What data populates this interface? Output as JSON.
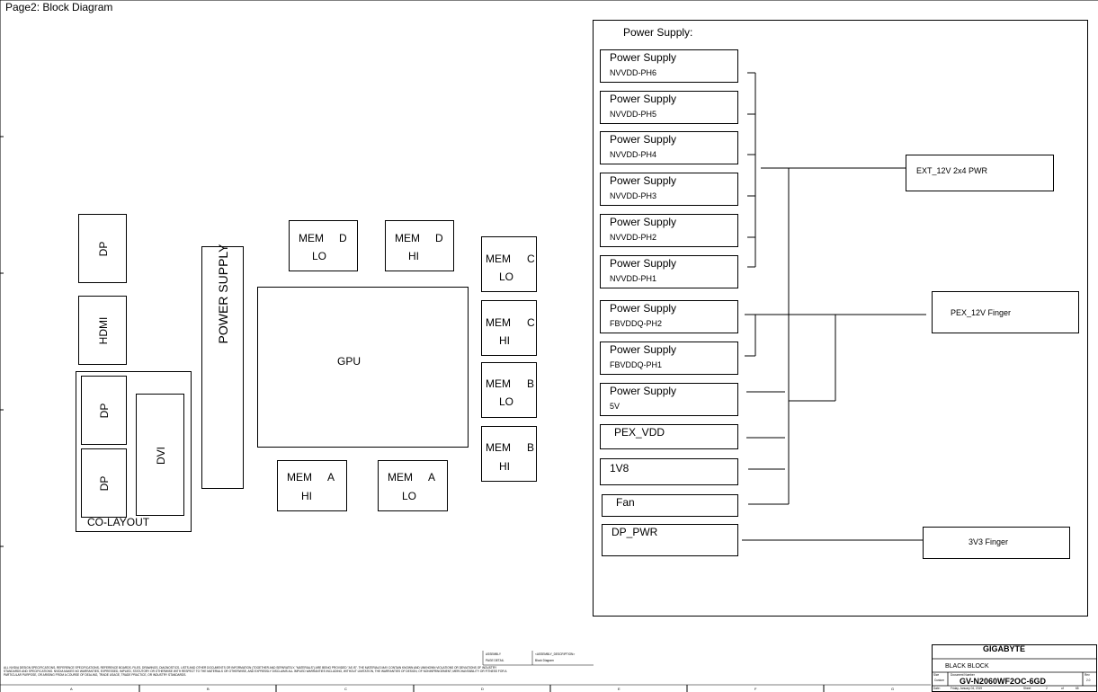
{
  "page": {
    "title": "Page2: Block Diagram"
  },
  "connectors": {
    "dp_top": "DP",
    "hdmi": "HDMI",
    "dp_mid": "DP",
    "dp_bottom": "DP",
    "dvi": "DVI",
    "co_layout": "CO-LAYOUT"
  },
  "power_supply_bar": "POWER SUPPLY",
  "gpu": "GPU",
  "memory": {
    "d_lo": {
      "a": "MEM",
      "b": "D",
      "c": "LO"
    },
    "d_hi": {
      "a": "MEM",
      "b": "D",
      "c": "HI"
    },
    "c_lo": {
      "a": "MEM",
      "b": "C",
      "c": "LO"
    },
    "c_hi": {
      "a": "MEM",
      "b": "C",
      "c": "HI"
    },
    "b_lo": {
      "a": "MEM",
      "b": "B",
      "c": "LO"
    },
    "b_hi": {
      "a": "MEM",
      "b": "B",
      "c": "HI"
    },
    "a_hi": {
      "a": "MEM",
      "b": "A",
      "c": "HI"
    },
    "a_lo": {
      "a": "MEM",
      "b": "A",
      "c": "LO"
    }
  },
  "power_panel": {
    "title": "Power Supply:",
    "blocks": [
      {
        "label": "Power Supply",
        "sub": "NVVDD-PH6"
      },
      {
        "label": "Power Supply",
        "sub": "NVVDD-PH5"
      },
      {
        "label": "Power Supply",
        "sub": "NVVDD-PH4"
      },
      {
        "label": "Power Supply",
        "sub": "NVVDD-PH3"
      },
      {
        "label": "Power Supply",
        "sub": "NVVDD-PH2"
      },
      {
        "label": "Power Supply",
        "sub": "NVVDD-PH1"
      },
      {
        "label": "Power Supply",
        "sub": "FBVDDQ-PH2"
      },
      {
        "label": "Power Supply",
        "sub": "FBVDDQ-PH1"
      },
      {
        "label": "Power Supply",
        "sub": "5V"
      }
    ],
    "simple": {
      "pex_vdd": "PEX_VDD",
      "v1v8": "1V8",
      "fan": "Fan",
      "dp_pwr": "DP_PWR"
    },
    "sources": {
      "ext12v": "EXT_12V 2x4 PWR",
      "pex12v": "PEX_12V Finger",
      "v3v3": "3V3 Finger"
    }
  },
  "footer": {
    "disclaimer": "ALL NVIDIA DESIGN SPECIFICATIONS, REFERENCE SPECIFICATIONS, REFERENCE BOARDS, FILES, DRAWINGS, DIAGNOSTICS, LISTS AND OTHER DOCUMENTS OR INFORMATION (TOGETHER AND SEPARATELY, \"MATERIALS\") ARE BEING PROVIDED \"AS IS\". THE MATERIALS MAY CONTAIN KNOWN AND UNKNOWN VIOLATIONS OR DEVIATIONS OF INDUSTRY STANDARDS AND SPECIFICATIONS. NVIDIA MAKES NO WARRANTIES, EXPRESSED, IMPLIED, STATUTORY OR OTHERWISE WITH RESPECT TO THE MATERIALS OR OTHERWISE, AND EXPRESSLY DISCLAIMS ALL IMPLIED WARRANTIES INCLUDING, WITHOUT LIMITATION, THE WARRANTIES OF DESIGN, OF NONINFRINGEMENT, MERCHANTABILITY OR FITNESS FOR A PARTICULAR PURPOSE, OR ARISING FROM A COURSE OF DEALING, TRADE USAGE, TRADE PRACTICE, OR INDUSTRY STANDARDS.",
    "assembly_label": "ASSEMBLY",
    "page_detail": "PAGE DETAIL",
    "assembly_desc": "<ASSEMBLY_DESCRIPTION>",
    "block_diagram": "Block Diagram",
    "col_letters": [
      "A",
      "B",
      "C",
      "D",
      "E",
      "F",
      "G"
    ]
  },
  "title_block": {
    "company": "GIGABYTE",
    "title": "BLACK BLOCK",
    "doc_number_label": "Document Number",
    "doc_number": "GV-N2060WF2OC-6GD",
    "rev_label": "Rev",
    "rev": "2.0",
    "size_label": "Size",
    "size": "Custom",
    "date_label": "Date:",
    "date": "Friday, January 04, 2019",
    "sheet_label": "Sheet",
    "sheet": "2",
    "of_label": "of",
    "of": "65"
  }
}
